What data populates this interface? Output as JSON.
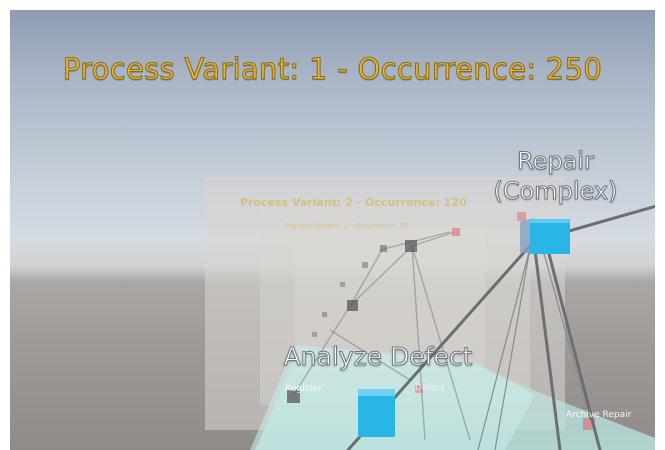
{
  "scene": {
    "title": "Process Variant: 1 - Occurrence: 250",
    "ghost_title_2": "Process Variant: 2 - Occurrence: 120",
    "ghost_title_3": "Process Variant: 3 - Occurrence: 78",
    "nodes": {
      "repair_complex": "Repair\n(Complex)",
      "analyze_defect": "Analyze Defect",
      "register": "Register",
      "archive_repair": "Archive Repair",
      "defect_fragment": "Defect"
    },
    "colors": {
      "title": "#e7b73d",
      "node_cube": "#29b6e6",
      "ghost_node": "#5a5a5a",
      "ghost_node_red": "#d8797b",
      "floor_path": "#bfe3df"
    }
  }
}
